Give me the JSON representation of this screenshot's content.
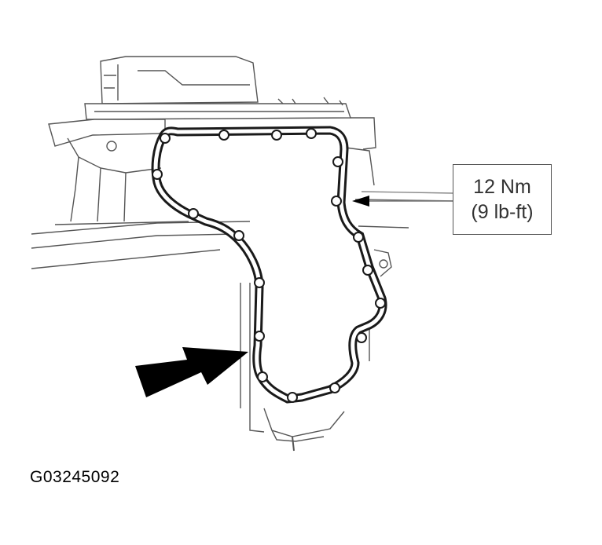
{
  "callout": {
    "torque_nm": "12 Nm",
    "torque_lbft": "(9 lb-ft)"
  },
  "figure_id": "G03245092",
  "colors": {
    "line_art": "#333333",
    "gasket": "#1a1a1a",
    "arrow": "#000000",
    "background": "#ffffff"
  }
}
